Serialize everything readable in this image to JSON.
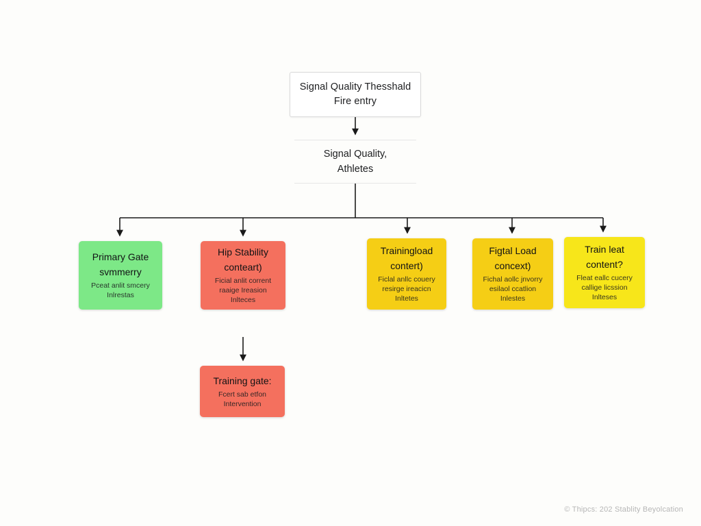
{
  "page": {
    "background_color": "#fdfdfb",
    "footer": "© Thipcs: 202 Stablity Beyolcation"
  },
  "diagram": {
    "type": "flowchart",
    "orientation": "top-down",
    "root": {
      "title_line_1": "Signal Quality Thesshald",
      "title_line_2": "Fire entry",
      "fill": "#ffffff",
      "border": "#d9d9d9"
    },
    "subroot": {
      "title_line_1": "Signal Quality,",
      "title_line_2": "Athletes",
      "fill": "#fdfdfb",
      "rule_color": "#e6e6e6"
    },
    "branches": [
      {
        "id": "primary-gate",
        "title_line_1": "Primary Gate",
        "title_line_2": "svmmerry",
        "body_line_1": "Pceat anlit smcery",
        "body_line_2": "Inlrestas",
        "body_line_3": "",
        "fill": "#7de887",
        "status": "ok"
      },
      {
        "id": "hip-stability",
        "title_line_1": "Hip Stability",
        "title_line_2": "conteart)",
        "body_line_1": "Ficial anlit corrent",
        "body_line_2": "raaige Ireasion",
        "body_line_3": "Inlteces",
        "fill": "#f4705e",
        "status": "alert"
      },
      {
        "id": "training-load",
        "title_line_1": "Trainingload",
        "title_line_2": "contert)",
        "body_line_1": "Ficlal anllc couery",
        "body_line_2": "resirge ireacicn",
        "body_line_3": "Inltetes",
        "fill": "#f5ce15",
        "status": "warn"
      },
      {
        "id": "figtal-load",
        "title_line_1": "Figtal Load",
        "title_line_2": "concext)",
        "body_line_1": "Fichal aollc jnvorry",
        "body_line_2": "esilaol ccatlion",
        "body_line_3": "Inlestes",
        "fill": "#f5ce15",
        "status": "warn"
      },
      {
        "id": "train-leat",
        "title_line_1": "Train leat",
        "title_line_2": "content?",
        "body_line_1": "Fleat eallc cucery",
        "body_line_2": "callige licssion",
        "body_line_3": "Inlteses",
        "fill": "#f7e61a",
        "status": "warn"
      }
    ],
    "terminal": {
      "id": "training-gate",
      "title_line_1": "Training gate:",
      "body_line_1": "Fcert sab etfon",
      "body_line_2": "Intervention",
      "fill": "#f4705e",
      "status": "alert"
    },
    "edges": [
      {
        "from": "root",
        "to": "subroot"
      },
      {
        "from": "subroot",
        "to": "primary-gate"
      },
      {
        "from": "subroot",
        "to": "hip-stability"
      },
      {
        "from": "subroot",
        "to": "training-load"
      },
      {
        "from": "subroot",
        "to": "figtal-load"
      },
      {
        "from": "subroot",
        "to": "train-leat"
      },
      {
        "from": "hip-stability",
        "to": "training-gate"
      }
    ]
  }
}
